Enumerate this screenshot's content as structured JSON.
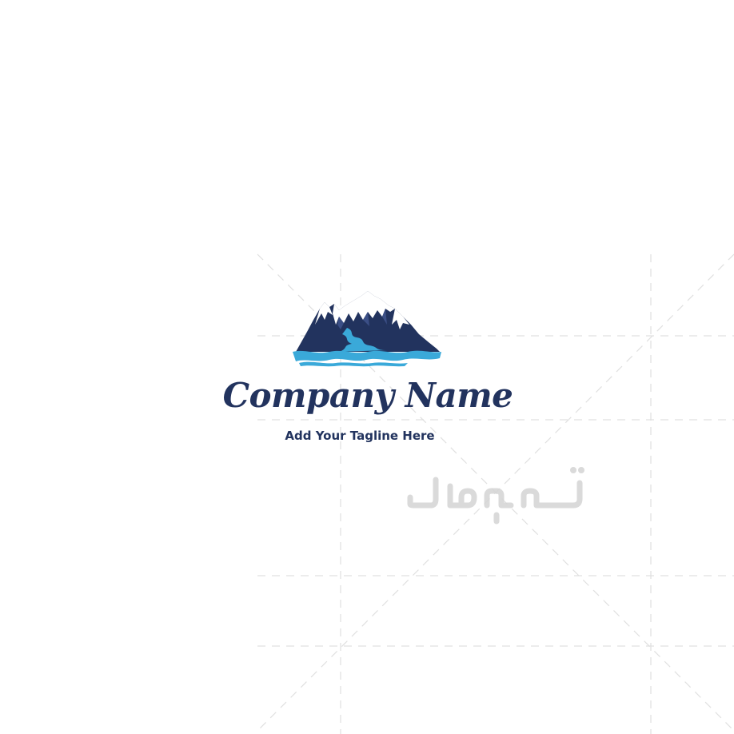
{
  "logo": {
    "company_name": "Company Name",
    "tagline": "Add Your Tagline Here",
    "mark_icon": "mountain-lake-icon",
    "colors": {
      "navy": "#22335e",
      "water": "#3aa9d9",
      "snow": "#ffffff"
    }
  },
  "watermark": {
    "text": "تصميمك",
    "icon": "watermark-logo",
    "color": "#d9d9d9"
  },
  "background": {
    "color": "#ffffff",
    "guide_color": "#e3e3e3"
  }
}
